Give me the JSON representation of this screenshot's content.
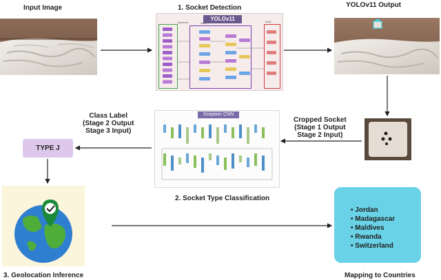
{
  "labels": {
    "input_image": "Input Image",
    "socket_detection": "1. Socket Detection",
    "yolo_output": "YOLOv11 Output",
    "class_label": [
      "Class Label",
      "(Stage 2 Output",
      "Stage 3 Input)"
    ],
    "cropped_socket": [
      "Cropped Socket",
      "(Stage 1 Output",
      "Stage 2 Input)"
    ],
    "socket_classification": "2. Socket Type Classification",
    "geolocation": "3. Geolocation Inference",
    "mapping": "Mapping to Countries"
  },
  "yolo": {
    "title": "YOLOv11",
    "column_tags": [
      "Backbone",
      "Neck",
      "Head"
    ]
  },
  "xception": {
    "title": "Xception CNN"
  },
  "type_label": "TYPE J",
  "countries": [
    "Jordan",
    "Madagascar",
    "Maldives",
    "Rwanda",
    "Switzerland"
  ],
  "colors": {
    "type_box": "#ddc8ec",
    "countries_box": "#6ad2e6",
    "globe_bg": "#fbf5dc",
    "pin": "#1a8a3a",
    "ocean": "#2f7fd0",
    "land": "#4fae3a"
  }
}
